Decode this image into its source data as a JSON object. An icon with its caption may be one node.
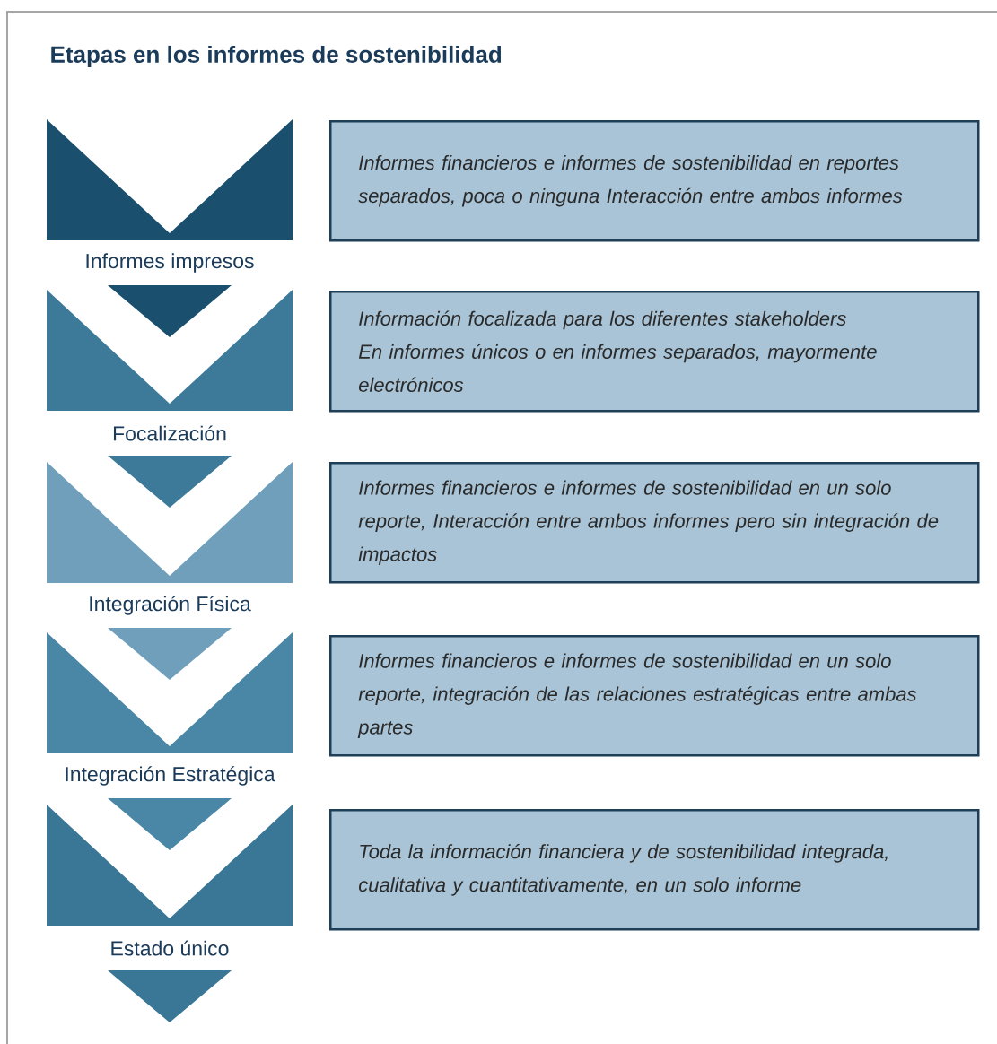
{
  "diagram": {
    "title": "Etapas en los informes de sostenibilidad",
    "nodes": [
      {
        "text": [
          "Informes impresos"
        ]
      },
      {
        "text": [
          "Informes financieros e informes de sostenibilidad en reportes separados, poca o ninguna Interacción entre ambos informes"
        ]
      },
      {
        "text": [
          "Focalización"
        ]
      },
      {
        "text": [
          "Información focalizada para los diferentes stakeholders En informes únicos o en informes separados, mayormente electrónicos"
        ]
      },
      {
        "text": [
          "Integración Física"
        ]
      },
      {
        "text": [
          "Informes financieros e informes de sostenibilidad en un solo reporte, Interacción entre ambos informes pero sin integración de impactos"
        ]
      },
      {
        "text": [
          "Integración Estratégica"
        ]
      },
      {
        "text": [
          "Informes financieros e informes de sostenibilidad en un solo reporte, integración de las relaciones estratégicas entre ambas partes"
        ]
      },
      {
        "text": [
          "Estado único"
        ]
      },
      {
        "text": [
          "Toda la información financiera y de sostenibilidad integrada, cualitativa y cuantitativamente, en un solo informe"
        ]
      }
    ]
  }
}
